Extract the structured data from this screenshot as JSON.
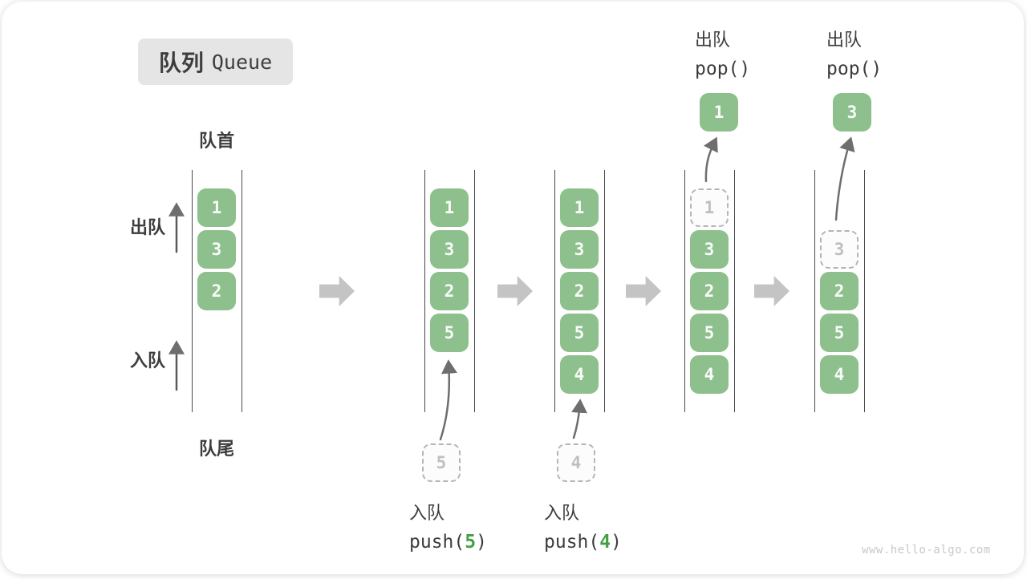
{
  "title": {
    "zh": "队列",
    "en": "Queue"
  },
  "labels": {
    "front": "队首",
    "rear": "队尾",
    "dequeue": "出队",
    "enqueue": "入队"
  },
  "operations": {
    "push5": {
      "label": "入队",
      "code_pre": "push(",
      "arg": "5",
      "code_post": ")"
    },
    "push4": {
      "label": "入队",
      "code_pre": "push(",
      "arg": "4",
      "code_post": ")"
    },
    "pop_first": {
      "label": "出队",
      "code": "pop()"
    },
    "pop_second": {
      "label": "出队",
      "code": "pop()"
    }
  },
  "watermark": "www.hello-algo.com",
  "colors": {
    "cell_green": "#8dc08d",
    "cell_text": "#fafafa",
    "accent_green": "#44a044",
    "dashed_border": "#b5b5b5",
    "dashed_text": "#bfbfbf",
    "text_dark": "#3d3d3d",
    "thin_arrow": "#6e6e6e",
    "block_arrow": "#c4c4c4",
    "title_bg": "#e5e5e5",
    "watermark_gray": "#c8c8c8"
  },
  "diagram": {
    "columns": [
      {
        "cells": [
          {
            "row": 0,
            "value": "1",
            "style": "solid"
          },
          {
            "row": 1,
            "value": "3",
            "style": "solid"
          },
          {
            "row": 2,
            "value": "2",
            "style": "solid"
          }
        ]
      },
      {
        "cells": [
          {
            "row": 0,
            "value": "1",
            "style": "solid"
          },
          {
            "row": 1,
            "value": "3",
            "style": "solid"
          },
          {
            "row": 2,
            "value": "2",
            "style": "solid"
          },
          {
            "row": 3,
            "value": "5",
            "style": "solid"
          }
        ],
        "incoming": {
          "value": "5"
        }
      },
      {
        "cells": [
          {
            "row": 0,
            "value": "1",
            "style": "solid"
          },
          {
            "row": 1,
            "value": "3",
            "style": "solid"
          },
          {
            "row": 2,
            "value": "2",
            "style": "solid"
          },
          {
            "row": 3,
            "value": "5",
            "style": "solid"
          },
          {
            "row": 4,
            "value": "4",
            "style": "solid"
          }
        ],
        "incoming": {
          "value": "4"
        }
      },
      {
        "cells": [
          {
            "row": 0,
            "value": "1",
            "style": "dashed"
          },
          {
            "row": 1,
            "value": "3",
            "style": "solid"
          },
          {
            "row": 2,
            "value": "2",
            "style": "solid"
          },
          {
            "row": 3,
            "value": "5",
            "style": "solid"
          },
          {
            "row": 4,
            "value": "4",
            "style": "solid"
          }
        ],
        "popped": {
          "value": "1"
        }
      },
      {
        "cells": [
          {
            "row": 1,
            "value": "3",
            "style": "dashed"
          },
          {
            "row": 2,
            "value": "2",
            "style": "solid"
          },
          {
            "row": 3,
            "value": "5",
            "style": "solid"
          },
          {
            "row": 4,
            "value": "4",
            "style": "solid"
          }
        ],
        "popped": {
          "value": "3"
        }
      }
    ]
  }
}
